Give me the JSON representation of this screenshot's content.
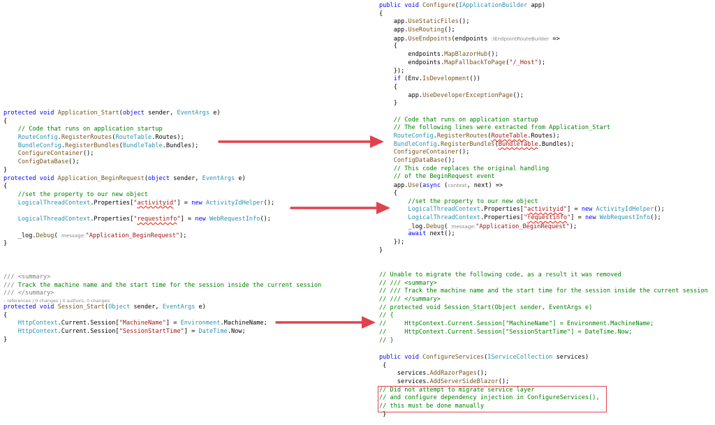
{
  "left_blocks": [
    {
      "id": "application-start",
      "lines": [
        [
          [
            "kw",
            "protected"
          ],
          [
            "p",
            " "
          ],
          [
            "kw",
            "void"
          ],
          [
            "p",
            " "
          ],
          [
            "mt",
            "Application_Start"
          ],
          [
            "p",
            "("
          ],
          [
            "kw",
            "object"
          ],
          [
            "p",
            " sender, "
          ],
          [
            "ty",
            "EventArgs"
          ],
          [
            "p",
            " e)"
          ]
        ],
        [
          [
            "p",
            "{"
          ]
        ],
        [
          [
            "p",
            "    "
          ],
          [
            "cm",
            "// Code that runs on application startup"
          ]
        ],
        [
          [
            "p",
            "    "
          ],
          [
            "ty",
            "RouteConfig"
          ],
          [
            "p",
            "."
          ],
          [
            "mt",
            "RegisterRoutes"
          ],
          [
            "p",
            "("
          ],
          [
            "ty",
            "RouteTable"
          ],
          [
            "p",
            ".Routes);"
          ]
        ],
        [
          [
            "p",
            "    "
          ],
          [
            "ty",
            "BundleConfig"
          ],
          [
            "p",
            "."
          ],
          [
            "mt",
            "RegisterBundles"
          ],
          [
            "p",
            "("
          ],
          [
            "ty",
            "BundleTable"
          ],
          [
            "p",
            ".Bundles);"
          ]
        ],
        [
          [
            "p",
            "    "
          ],
          [
            "mt",
            "ConfigureContainer"
          ],
          [
            "p",
            "();"
          ]
        ],
        [
          [
            "p",
            "    "
          ],
          [
            "mt",
            "ConfigDataBase"
          ],
          [
            "p",
            "();"
          ]
        ],
        [
          [
            "p",
            "}"
          ]
        ],
        [
          [
            "kw",
            "protected"
          ],
          [
            "p",
            " "
          ],
          [
            "kw",
            "void"
          ],
          [
            "p",
            " "
          ],
          [
            "mt",
            "Application_BeginRequest"
          ],
          [
            "p",
            "("
          ],
          [
            "kw",
            "object"
          ],
          [
            "p",
            " sender, "
          ],
          [
            "ty",
            "EventArgs"
          ],
          [
            "p",
            " e)"
          ]
        ],
        [
          [
            "p",
            "{"
          ]
        ],
        [
          [
            "p",
            "    "
          ],
          [
            "cm",
            "//set the property to our new object"
          ]
        ],
        [
          [
            "p",
            "    "
          ],
          [
            "ty",
            "LogicalThreadContext"
          ],
          [
            "p",
            ".Properties["
          ],
          [
            "st",
            "\""
          ],
          [
            "sq",
            "activityid"
          ],
          [
            "st",
            "\""
          ],
          [
            "p",
            "] = "
          ],
          [
            "kw",
            "new"
          ],
          [
            "p",
            " "
          ],
          [
            "ty",
            "ActivityIdHelper"
          ],
          [
            "p",
            "();"
          ]
        ],
        [],
        [
          [
            "p",
            "    "
          ],
          [
            "ty",
            "LogicalThreadContext"
          ],
          [
            "p",
            ".Properties["
          ],
          [
            "st",
            "\""
          ],
          [
            "sq",
            "requestinfo"
          ],
          [
            "st",
            "\""
          ],
          [
            "p",
            "] = "
          ],
          [
            "kw",
            "new"
          ],
          [
            "p",
            " "
          ],
          [
            "ty",
            "WebRequestInfo"
          ],
          [
            "p",
            "();"
          ]
        ],
        [],
        [
          [
            "p",
            "    _log."
          ],
          [
            "mt",
            "Debug"
          ],
          [
            "p",
            "( "
          ],
          [
            "hint",
            "message:"
          ],
          [
            "st",
            "\"Application_BeginRequest\""
          ],
          [
            "p",
            ");"
          ]
        ],
        [
          [
            "p",
            "}"
          ]
        ]
      ]
    },
    {
      "id": "session-start",
      "lines": [
        [
          [
            "dc",
            "/// <summary>"
          ]
        ],
        [
          [
            "dc",
            "/// "
          ],
          [
            "cm",
            "Track the machine name and the start time for the session inside the current session"
          ]
        ],
        [
          [
            "dc",
            "/// </summary>"
          ]
        ],
        [
          [
            "meta",
            "– references | 0 changes | 0 authors, 0 changes"
          ]
        ],
        [
          [
            "kw",
            "protected"
          ],
          [
            "p",
            " "
          ],
          [
            "kw",
            "void"
          ],
          [
            "p",
            " "
          ],
          [
            "mt",
            "Session_Start"
          ],
          [
            "p",
            "("
          ],
          [
            "ty",
            "Object"
          ],
          [
            "p",
            " sender, "
          ],
          [
            "ty",
            "EventArgs"
          ],
          [
            "p",
            " e)"
          ]
        ],
        [
          [
            "p",
            "{"
          ]
        ],
        [
          [
            "p",
            "    "
          ],
          [
            "ty",
            "HttpContext"
          ],
          [
            "p",
            ".Current.Session["
          ],
          [
            "st",
            "\"MachineName\""
          ],
          [
            "p",
            "] = "
          ],
          [
            "ty",
            "Environment"
          ],
          [
            "p",
            ".MachineName;"
          ]
        ],
        [
          [
            "p",
            "    "
          ],
          [
            "ty",
            "HttpContext"
          ],
          [
            "p",
            ".Current.Session["
          ],
          [
            "st",
            "\"SessionStartTime\""
          ],
          [
            "p",
            "] = "
          ],
          [
            "ty",
            "DateTime"
          ],
          [
            "p",
            ".Now;"
          ]
        ],
        [
          [
            "p",
            "}"
          ]
        ]
      ]
    }
  ],
  "right_blocks": [
    {
      "id": "configure",
      "lines": [
        [
          [
            "kw",
            "public"
          ],
          [
            "p",
            " "
          ],
          [
            "kw",
            "void"
          ],
          [
            "p",
            " "
          ],
          [
            "mt",
            "Configure"
          ],
          [
            "p",
            "("
          ],
          [
            "ty",
            "IApplicationBuilder"
          ],
          [
            "p",
            " app)"
          ]
        ],
        [
          [
            "p",
            "{"
          ]
        ],
        [
          [
            "p",
            "    app."
          ],
          [
            "mt",
            "UseStaticFiles"
          ],
          [
            "p",
            "();"
          ]
        ],
        [
          [
            "p",
            "    app."
          ],
          [
            "mt",
            "UseRouting"
          ],
          [
            "p",
            "();"
          ]
        ],
        [
          [
            "p",
            "    app."
          ],
          [
            "mt",
            "UseEndpoints"
          ],
          [
            "p",
            "(endpoints "
          ],
          [
            "hint",
            ":IEndpointRouteBuilder"
          ],
          [
            "p",
            " =>"
          ]
        ],
        [
          [
            "p",
            "    {"
          ]
        ],
        [
          [
            "p",
            "        endpoints."
          ],
          [
            "mt",
            "MapBlazorHub"
          ],
          [
            "p",
            "();"
          ]
        ],
        [
          [
            "p",
            "        endpoints."
          ],
          [
            "mt",
            "MapFallbackToPage"
          ],
          [
            "p",
            "("
          ],
          [
            "st",
            "\"/_Host\""
          ],
          [
            "p",
            ");"
          ]
        ],
        [
          [
            "p",
            "    });"
          ]
        ],
        [
          [
            "p",
            "    "
          ],
          [
            "kw",
            "if"
          ],
          [
            "p",
            " (Env."
          ],
          [
            "mt",
            "IsDevelopment"
          ],
          [
            "p",
            "())"
          ]
        ],
        [
          [
            "p",
            "    {"
          ]
        ],
        [
          [
            "p",
            "        app."
          ],
          [
            "mt",
            "UseDeveloperExceptionPage"
          ],
          [
            "p",
            "();"
          ]
        ],
        [
          [
            "p",
            "    }"
          ]
        ],
        [],
        [
          [
            "p",
            "    "
          ],
          [
            "cm",
            "// Code that runs on application startup"
          ]
        ],
        [
          [
            "p",
            "    "
          ],
          [
            "cm",
            "// The following lines were extracted from Application_Start"
          ]
        ],
        [
          [
            "p",
            "    "
          ],
          [
            "ty",
            "RouteConfig"
          ],
          [
            "p",
            "."
          ],
          [
            "mt",
            "RegisterRoutes"
          ],
          [
            "p",
            "("
          ],
          [
            "sq",
            "RouteTable"
          ],
          [
            "p",
            ".Routes);"
          ]
        ],
        [
          [
            "p",
            "    "
          ],
          [
            "ty",
            "BundleConfig"
          ],
          [
            "p",
            "."
          ],
          [
            "mt",
            "RegisterBundles"
          ],
          [
            "p",
            "("
          ],
          [
            "sq",
            "BundleTable"
          ],
          [
            "p",
            ".Bundles);"
          ]
        ],
        [
          [
            "p",
            "    "
          ],
          [
            "mt",
            "ConfigureContainer"
          ],
          [
            "p",
            "();"
          ]
        ],
        [
          [
            "p",
            "    "
          ],
          [
            "mt",
            "ConfigDataBase"
          ],
          [
            "p",
            "();"
          ]
        ],
        [
          [
            "p",
            "    "
          ],
          [
            "cm",
            "// This code replaces the original handling"
          ]
        ],
        [
          [
            "p",
            "    "
          ],
          [
            "cm",
            "// of the BeginRequest event"
          ]
        ],
        [
          [
            "p",
            "    app."
          ],
          [
            "mt",
            "Use"
          ],
          [
            "p",
            "("
          ],
          [
            "kw",
            "async"
          ],
          [
            "p",
            " ("
          ],
          [
            "hint",
            "context"
          ],
          [
            "p",
            ", next) =>"
          ]
        ],
        [
          [
            "p",
            "    {"
          ]
        ],
        [
          [
            "p",
            "        "
          ],
          [
            "cm",
            "//set the property to our new object"
          ]
        ],
        [
          [
            "p",
            "        "
          ],
          [
            "ty",
            "LogicalThreadContext"
          ],
          [
            "p",
            ".Properties["
          ],
          [
            "st",
            "\""
          ],
          [
            "sq",
            "activityid"
          ],
          [
            "st",
            "\""
          ],
          [
            "p",
            "] = "
          ],
          [
            "kw",
            "new"
          ],
          [
            "p",
            " "
          ],
          [
            "ty",
            "ActivityIdHelper"
          ],
          [
            "p",
            "();"
          ]
        ],
        [
          [
            "p",
            "        "
          ],
          [
            "ty",
            "LogicalThreadContext"
          ],
          [
            "p",
            ".Properties["
          ],
          [
            "st",
            "\""
          ],
          [
            "sq",
            "requestinfo"
          ],
          [
            "st",
            "\""
          ],
          [
            "p",
            "] = "
          ],
          [
            "kw",
            "new"
          ],
          [
            "p",
            " "
          ],
          [
            "ty",
            "WebRequestInfo"
          ],
          [
            "p",
            "();"
          ]
        ],
        [
          [
            "p",
            "        _log."
          ],
          [
            "mt",
            "Debug"
          ],
          [
            "p",
            "( "
          ],
          [
            "hint",
            "message:"
          ],
          [
            "st",
            "\"Application_BeginRequest\""
          ],
          [
            "p",
            ");"
          ]
        ],
        [
          [
            "p",
            "        "
          ],
          [
            "kw",
            "await"
          ],
          [
            "p",
            " next();"
          ]
        ],
        [
          [
            "p",
            "    });"
          ]
        ],
        [
          [
            "p",
            "}"
          ]
        ]
      ]
    },
    {
      "id": "migration-comment",
      "lines": [
        [
          [
            "cm",
            "// Unable to migrate the following code, as a result it was removed"
          ]
        ],
        [
          [
            "cm",
            "// /// <summary>"
          ]
        ],
        [
          [
            "cm",
            "// /// Track the machine name and the start time for the session inside the current session"
          ]
        ],
        [
          [
            "cm",
            "// /// </summary>"
          ]
        ],
        [
          [
            "cm",
            "// protected void Session_Start(Object sender, EventArgs e)"
          ]
        ],
        [
          [
            "cm",
            "// {"
          ]
        ],
        [
          [
            "cm",
            "//     HttpContext.Current.Session[\"MachineName\"] = Environment.MachineName;"
          ]
        ],
        [
          [
            "cm",
            "//     HttpContext.Current.Session[\"SessionStartTime\"] = DateTime.Now;"
          ]
        ],
        [
          [
            "cm",
            "// }"
          ]
        ]
      ]
    },
    {
      "id": "configure-services",
      "lines": [
        [
          [
            "kw",
            "public"
          ],
          [
            "p",
            " "
          ],
          [
            "kw",
            "void"
          ],
          [
            "p",
            " "
          ],
          [
            "mt",
            "ConfigureServices"
          ],
          [
            "p",
            "("
          ],
          [
            "ty",
            "IServiceCollection"
          ],
          [
            "p",
            " services)"
          ]
        ],
        [
          [
            "p",
            " {"
          ]
        ],
        [
          [
            "p",
            "     services."
          ],
          [
            "mt",
            "AddRazorPages"
          ],
          [
            "p",
            "();"
          ]
        ],
        [
          [
            "p",
            "     services."
          ],
          [
            "mt",
            "AddServerSideBlazor"
          ],
          [
            "p",
            "();"
          ]
        ],
        [
          [
            "cm",
            "// Did not attempt to migrate service layer"
          ]
        ],
        [
          [
            "cm",
            "// and configure dependency injection in ConfigureServices(),"
          ]
        ],
        [
          [
            "cm",
            "// this must be done manually"
          ]
        ],
        [
          [
            "p",
            " }"
          ]
        ]
      ]
    }
  ],
  "colors": {
    "keyword": "#0000ff",
    "type": "#2b91af",
    "method": "#74531f",
    "string": "#a31515",
    "comment": "#008000",
    "doc": "#808080",
    "arrow": "#e0434d",
    "highlight_box": "#e0434d"
  }
}
